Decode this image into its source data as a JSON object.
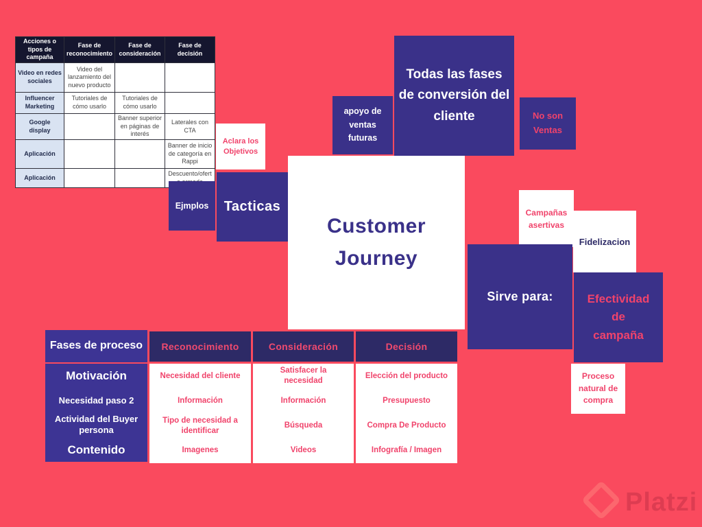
{
  "colors": {
    "background": "#FA4A5E",
    "purple": "#3A3189",
    "purple_light": "#3D3494",
    "purple_dark_header": "#2D2A66",
    "pink_text": "#F0436B",
    "table_header_navy": "#15162F",
    "label_blue": "#D9E3F2",
    "white": "#FFFFFF"
  },
  "top_table": {
    "headers": [
      "Acciones o tipos de campaña",
      "Fase de reconocimiento",
      "Fase de consideración",
      "Fase de decisión"
    ],
    "rows": [
      {
        "label": "Video en redes sociales",
        "cells": [
          "Video del lanzamiento del nuevo producto",
          "",
          ""
        ]
      },
      {
        "label": "Influencer Marketing",
        "cells": [
          "Tutoriales de cómo usarlo",
          "Tutoriales de cómo usarlo",
          ""
        ]
      },
      {
        "label": "Google display",
        "cells": [
          "",
          "Banner superior en páginas de interés",
          "Laterales con CTA"
        ]
      },
      {
        "label": "Aplicación",
        "cells": [
          "",
          "",
          "Banner de inicio de categoría en Rappi"
        ]
      },
      {
        "label": "Aplicación",
        "cells": [
          "",
          "",
          "Descuento/ofert a armada"
        ]
      }
    ]
  },
  "notes": {
    "aclara": "Aclara los Objetivos",
    "ejemplos": "Ejmplos",
    "tacticas": "Tacticas",
    "apoyo": "apoyo de ventas futuras",
    "todas_fases": "Todas las fases de conversión del cliente",
    "no_son": "No son Ventas",
    "campanas": "Campañas asertivas",
    "fidelizacion": "Fidelizacion",
    "sirve": "Sirve para:",
    "efectividad": "Efectividad de campaña",
    "proceso": "Proceso natural de compra"
  },
  "center": {
    "title": "Customer Journey"
  },
  "process_table": {
    "corner_header": "Fases de proceso",
    "row_labels": [
      "Motivación",
      "Necesidad paso 2",
      "Actividad del Buyer persona",
      "Contenido"
    ],
    "columns": [
      {
        "header": "Reconocimiento",
        "items": [
          "Necesidad del cliente",
          "Información",
          "Tipo de necesidad a identificar",
          "Imagenes"
        ]
      },
      {
        "header": "Consideración",
        "items": [
          "Satisfacer la necesidad",
          "Información",
          "Búsqueda",
          "Videos"
        ]
      },
      {
        "header": "Decisión",
        "items": [
          "Elección del producto",
          "Presupuesto",
          "Compra De Producto",
          "Infografía / Imagen"
        ]
      }
    ]
  },
  "watermark": {
    "brand": "Platzi"
  }
}
